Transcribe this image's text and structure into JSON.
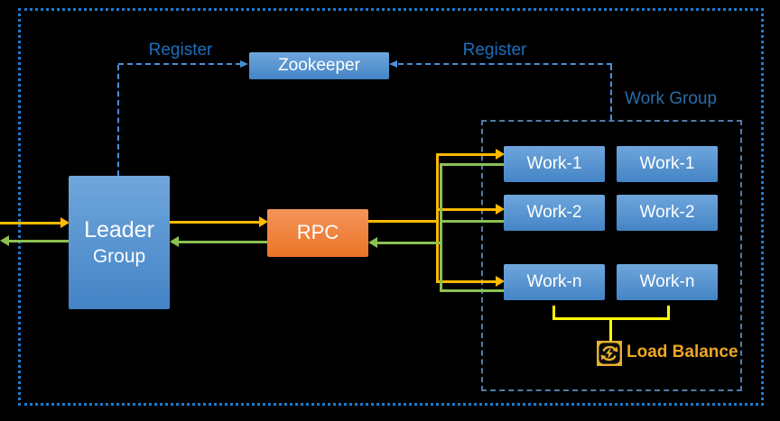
{
  "diagram": {
    "nodes": {
      "zookeeper": {
        "label": "Zookeeper"
      },
      "leader_group": {
        "line1": "Leader",
        "line2": "Group"
      },
      "rpc": {
        "label": "RPC"
      },
      "work_group": {
        "label": "Work Group",
        "col1": [
          "Work-1",
          "Work-2",
          "Work-n"
        ],
        "col2": [
          "Work-1",
          "Work-2",
          "Work-n"
        ]
      },
      "load_balance": {
        "label": "Load Balance",
        "icon": "sync-arrows-lightning-icon"
      }
    },
    "edges": {
      "register_left": {
        "label": "Register"
      },
      "register_right": {
        "label": "Register"
      }
    },
    "colors": {
      "background": "#000000",
      "outer_border": "#1d7ad2",
      "blue_box_top": "#6fa6dc",
      "blue_box_bottom": "#4484c6",
      "rpc_top": "#f2945a",
      "rpc_bottom": "#ec7426",
      "node_text": "#ffffff",
      "flow_request": "#ffb900",
      "flow_response": "#8cc152",
      "register_line": "#4a90d9",
      "register_text": "#1c6fbd",
      "work_group_border": "#4f7dab",
      "work_group_text": "#2a6da8",
      "bracket": "#ffff00",
      "load_balance_text": "#efa71e",
      "icon_gold": "#e8b02e"
    }
  }
}
